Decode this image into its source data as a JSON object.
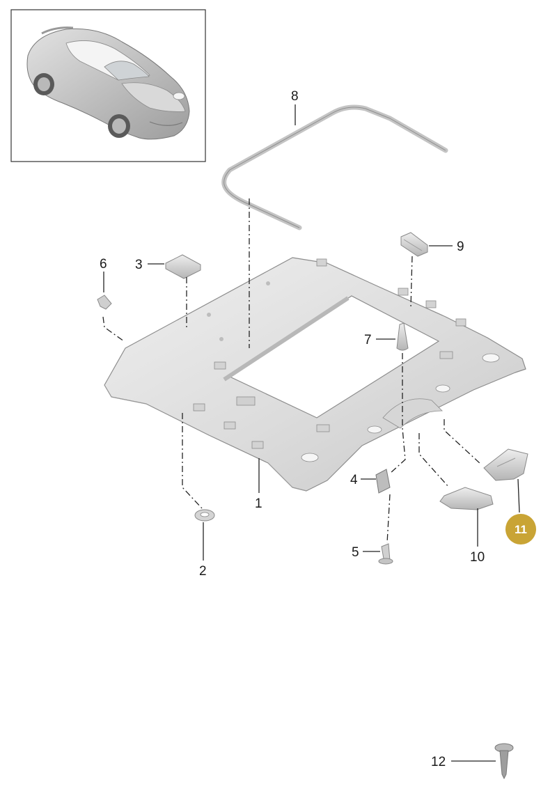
{
  "diagram": {
    "selected_part": "11",
    "selected_color": "#c9a435",
    "callouts": [
      {
        "id": "1",
        "label": "1"
      },
      {
        "id": "2",
        "label": "2"
      },
      {
        "id": "3",
        "label": "3"
      },
      {
        "id": "4",
        "label": "4"
      },
      {
        "id": "5",
        "label": "5"
      },
      {
        "id": "6",
        "label": "6"
      },
      {
        "id": "7",
        "label": "7"
      },
      {
        "id": "8",
        "label": "8"
      },
      {
        "id": "9",
        "label": "9"
      },
      {
        "id": "10",
        "label": "10"
      },
      {
        "id": "11",
        "label": "11"
      },
      {
        "id": "12",
        "label": "12"
      }
    ]
  }
}
